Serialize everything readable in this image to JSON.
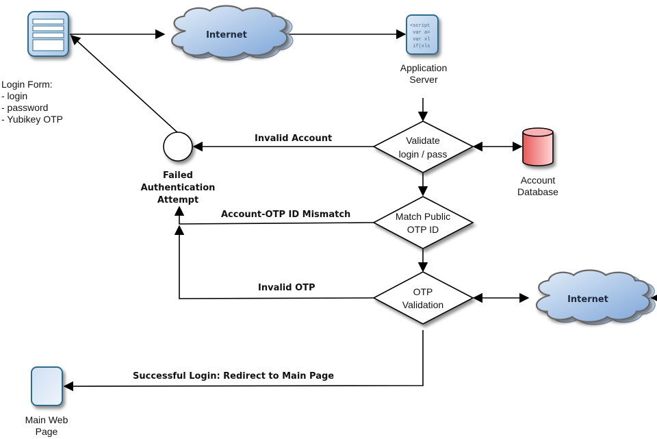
{
  "nodes": {
    "login_form": {
      "icon": "form-icon",
      "label_lines": [
        "Login Form:",
        "- login",
        "- password",
        "- Yubikey OTP"
      ]
    },
    "internet_top": {
      "icon": "cloud-icon",
      "label": "Internet"
    },
    "app_server": {
      "icon": "script-document-icon",
      "code_lines": [
        "<script",
        " var a=",
        " var xl",
        " if(xls"
      ],
      "label_lines": [
        "Application",
        "Server"
      ]
    },
    "validate": {
      "shape": "decision",
      "label_lines": [
        "Validate",
        "login / pass"
      ]
    },
    "account_db": {
      "icon": "database-icon",
      "label_lines": [
        "Account",
        "Database"
      ]
    },
    "failed": {
      "shape": "terminal-circle",
      "label_lines": [
        "Failed",
        "Authentication",
        "Attempt"
      ]
    },
    "match_otp": {
      "shape": "decision",
      "label_lines": [
        "Match Public",
        "OTP ID"
      ]
    },
    "otp_validation": {
      "shape": "decision",
      "label_lines": [
        "OTP",
        "Validation"
      ]
    },
    "internet_right": {
      "icon": "cloud-icon",
      "label": "Internet"
    },
    "main_page": {
      "icon": "page-icon",
      "label_lines": [
        "Main Web",
        "Page"
      ]
    }
  },
  "edges": {
    "invalid_account": "Invalid Account",
    "otp_mismatch": "Account-OTP ID Mismatch",
    "invalid_otp": "Invalid OTP",
    "success": "Successful Login: Redirect to Main Page"
  },
  "colors": {
    "icon_fill_light": "#e6f0fa",
    "icon_fill_dark": "#a9c6e6",
    "icon_stroke": "#2d6a8c",
    "cloud_fill_light": "#dce8f6",
    "cloud_fill_dark": "#7ea6d8",
    "db_fill_light": "#ffd0d0",
    "db_fill_dark": "#e85a5a",
    "line": "#000000"
  }
}
